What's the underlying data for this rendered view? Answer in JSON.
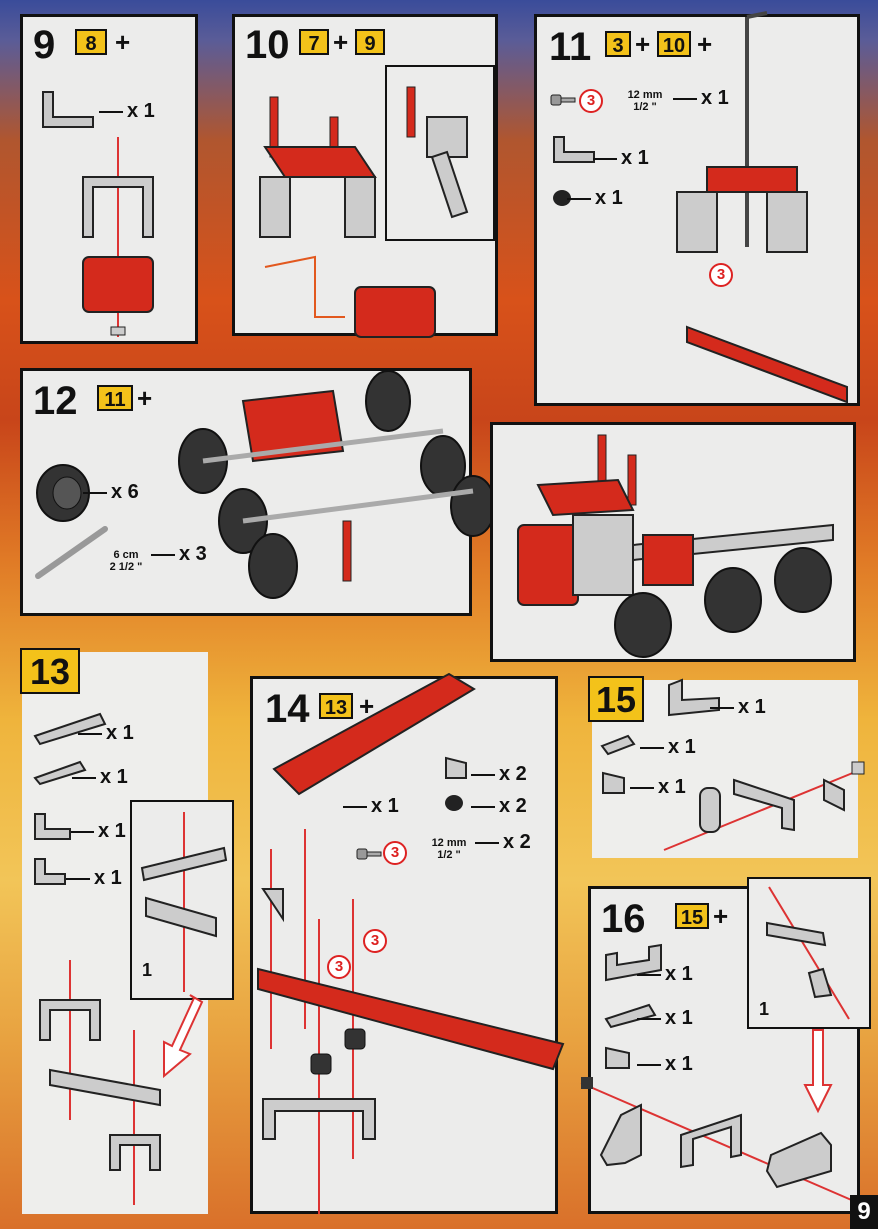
{
  "colors": {
    "accent_yellow": "#f3c21a",
    "part_red": "#d42a1c",
    "ref_circle": "#dd2222"
  },
  "page_number": "9",
  "steps": {
    "s9": {
      "number": "9",
      "refs": [
        "8"
      ],
      "plus": "+",
      "parts": [
        {
          "qty": "x 1"
        }
      ]
    },
    "s10": {
      "number": "10",
      "refs": [
        "7",
        "9"
      ],
      "plus": "+"
    },
    "s11": {
      "number": "11",
      "refs": [
        "3",
        "10"
      ],
      "plus": "+",
      "parts": [
        {
          "qty": "x 1",
          "ref": "3",
          "dim_top": "12 mm",
          "dim_bottom": "1/2 \""
        },
        {
          "qty": "x 1"
        },
        {
          "qty": "x 1"
        }
      ],
      "ref_marker": "3"
    },
    "s12": {
      "number": "12",
      "refs": [
        "11"
      ],
      "plus": "+",
      "parts": [
        {
          "qty": "x 6"
        },
        {
          "qty": "x 3",
          "dim_top": "6 cm",
          "dim_bottom": "2 1/2 \""
        }
      ]
    },
    "s13": {
      "number": "13",
      "parts": [
        {
          "qty": "x 1"
        },
        {
          "qty": "x 1"
        },
        {
          "qty": "x 1"
        },
        {
          "qty": "x 1"
        }
      ],
      "inset_label": "1"
    },
    "s14": {
      "number": "14",
      "refs": [
        "13"
      ],
      "plus": "+",
      "parts": [
        {
          "qty": "x 1"
        },
        {
          "qty": "x 2"
        },
        {
          "qty": "x 2"
        },
        {
          "qty": "x 2",
          "ref": "3",
          "dim_top": "12 mm",
          "dim_bottom": "1/2 \""
        }
      ],
      "ref_markers": [
        "3",
        "3"
      ]
    },
    "s15": {
      "number": "15",
      "parts": [
        {
          "qty": "x 1"
        },
        {
          "qty": "x 1"
        },
        {
          "qty": "x 1"
        }
      ]
    },
    "s16": {
      "number": "16",
      "refs": [
        "15"
      ],
      "plus": "+",
      "parts": [
        {
          "qty": "x 1"
        },
        {
          "qty": "x 1"
        },
        {
          "qty": "x 1"
        }
      ],
      "inset_label": "1"
    }
  }
}
